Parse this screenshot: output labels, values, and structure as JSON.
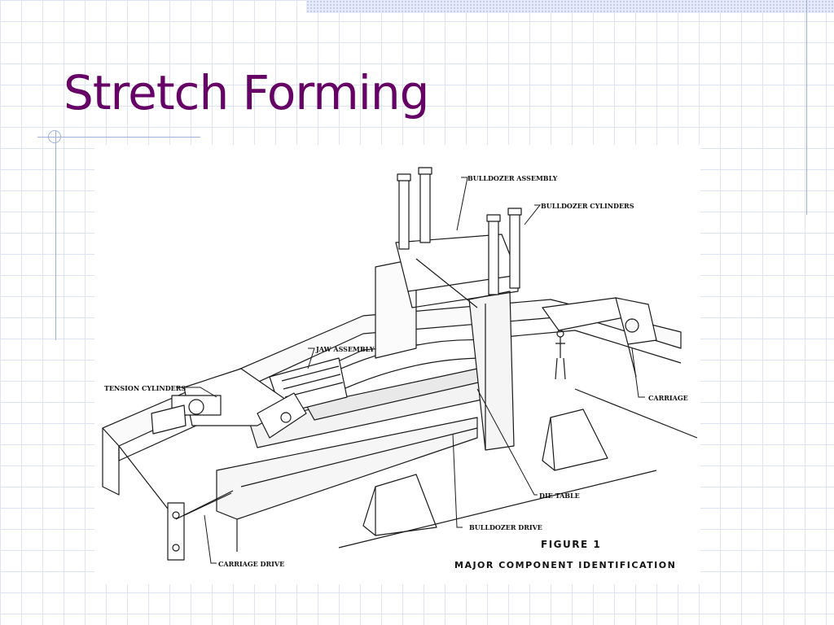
{
  "slide": {
    "title": "Stretch Forming"
  },
  "figure": {
    "labels": {
      "bulldozer_assembly": "BULLDOZER ASSEMBLY",
      "bulldozer_cylinders": "BULLDOZER CYLINDERS",
      "jaw_assembly": "JAW ASSEMBLY",
      "tension_cylinders": "TENSION CYLINDERS",
      "carriage": "CARRIAGE",
      "die_table": "DIE TABLE",
      "bulldozer_drive": "BULLDOZER DRIVE",
      "carriage_drive": "CARRIAGE DRIVE"
    },
    "caption": {
      "figure_number": "FIGURE 1",
      "subtitle": "MAJOR COMPONENT IDENTIFICATION"
    }
  }
}
